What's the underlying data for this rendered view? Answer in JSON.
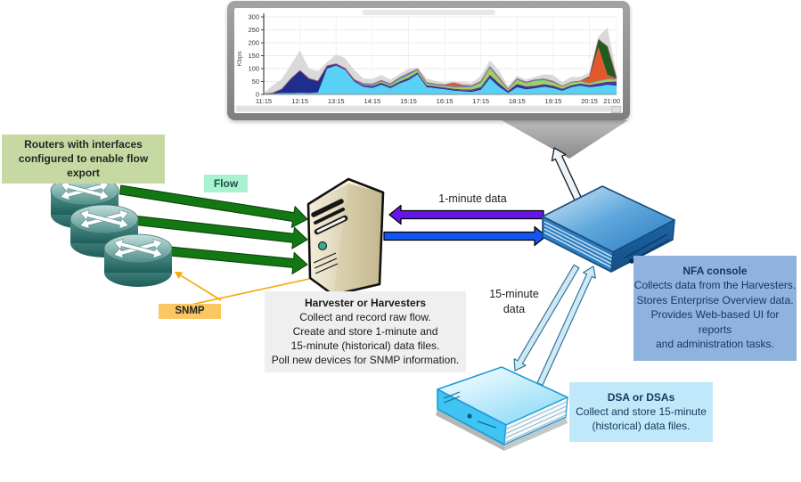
{
  "diagram": {
    "routers_label": "Routers with interfaces\nconfigured to enable flow export",
    "flow_label": "Flow",
    "snmp_label": "SNMP",
    "harvester": {
      "title": "Harvester or Harvesters",
      "body": "Collect and record raw flow.\nCreate and store 1-minute and\n15-minute (historical) data files.\nPoll new devices for SNMP information."
    },
    "nfa_console": {
      "title": "NFA console",
      "body": "Collects data from the Harvesters.\nStores Enterprise Overview data.\nProvides Web-based UI for reports\nand administration tasks."
    },
    "dsa": {
      "title": "DSA or DSAs",
      "body": "Collect and store 15-minute\n(historical) data files."
    },
    "arrow_labels": {
      "one_minute": "1-minute data",
      "fifteen_minute": "15-minute\ndata"
    },
    "colors": {
      "routers_label_bg": "#c6d9a2",
      "flow_label_bg": "#a9f2cf",
      "snmp_label_bg": "#fbc763",
      "harvester_box_bg": "#efefef",
      "nfa_box_bg": "#8fb2de",
      "dsa_box_bg": "#bfe9fa",
      "flow_arrow": "#137713",
      "snmp_line": "#f5a800",
      "one_minute_arrow_purple": "#6716ea",
      "one_minute_arrow_blue": "#1355f0",
      "fifteen_minute_arrow": "#cfe9f5",
      "monitor_frame": "#8e8e8e"
    }
  },
  "chart_data": {
    "type": "area",
    "title": "",
    "xlabel": "",
    "ylabel": "Kbps",
    "ylim": [
      0,
      300
    ],
    "y_ticks": [
      0,
      50,
      100,
      150,
      200,
      250,
      300
    ],
    "grid": true,
    "legend": false,
    "x": [
      "11:15",
      "11:30",
      "11:45",
      "12:00",
      "12:15",
      "12:30",
      "12:45",
      "13:00",
      "13:15",
      "13:30",
      "13:45",
      "14:00",
      "14:15",
      "14:30",
      "14:45",
      "15:00",
      "15:15",
      "15:30",
      "15:45",
      "16:00",
      "16:15",
      "16:30",
      "16:45",
      "17:00",
      "17:15",
      "17:30",
      "17:45",
      "18:00",
      "18:15",
      "18:30",
      "18:45",
      "19:00",
      "19:15",
      "19:30",
      "19:45",
      "20:00",
      "20:15",
      "20:30",
      "20:45",
      "21:00"
    ],
    "x_tick_indices": [
      0,
      4,
      8,
      12,
      16,
      20,
      24,
      28,
      32,
      36,
      39
    ],
    "envelope": {
      "id": "total-other",
      "color": "#d9d9d9",
      "values": [
        5,
        35,
        60,
        115,
        170,
        100,
        90,
        125,
        155,
        140,
        95,
        62,
        60,
        75,
        58,
        78,
        100,
        105,
        62,
        52,
        45,
        52,
        48,
        45,
        72,
        132,
        92,
        32,
        72,
        58,
        68,
        78,
        75,
        48,
        68,
        68,
        85,
        225,
        258,
        78
      ]
    },
    "series": [
      {
        "id": "cyan",
        "color": "#59d1f4",
        "values": [
          2,
          3,
          5,
          5,
          6,
          5,
          8,
          100,
          112,
          95,
          50,
          30,
          25,
          38,
          24,
          42,
          55,
          78,
          28,
          24,
          20,
          15,
          12,
          10,
          18,
          62,
          30,
          6,
          28,
          20,
          24,
          30,
          24,
          14,
          28,
          34,
          28,
          32,
          38,
          34
        ]
      },
      {
        "id": "navy",
        "color": "#1f2d8c",
        "values": [
          0,
          3,
          15,
          55,
          85,
          55,
          42,
          8,
          4,
          3,
          3,
          4,
          4,
          4,
          4,
          4,
          5,
          4,
          4,
          4,
          3,
          3,
          3,
          4,
          5,
          6,
          8,
          4,
          8,
          6,
          5,
          5,
          5,
          4,
          4,
          4,
          4,
          5,
          5,
          6
        ]
      },
      {
        "id": "purple",
        "color": "#5b2fa0",
        "values": [
          0,
          0,
          1,
          1,
          2,
          2,
          2,
          3,
          3,
          3,
          3,
          3,
          4,
          4,
          4,
          4,
          5,
          4,
          4,
          4,
          4,
          4,
          4,
          5,
          6,
          8,
          6,
          4,
          5,
          5,
          5,
          5,
          5,
          4,
          4,
          4,
          5,
          6,
          6,
          10
        ]
      },
      {
        "id": "green",
        "color": "#9ed357",
        "values": [
          0,
          0,
          0,
          0,
          0,
          0,
          0,
          0,
          0,
          0,
          0,
          2,
          3,
          4,
          5,
          8,
          10,
          8,
          6,
          5,
          5,
          6,
          8,
          10,
          16,
          26,
          16,
          5,
          15,
          12,
          18,
          15,
          12,
          8,
          10,
          8,
          5,
          8,
          10,
          8
        ]
      },
      {
        "id": "teal",
        "color": "#2f96c8",
        "values": [
          0,
          0,
          0,
          0,
          0,
          0,
          0,
          0,
          0,
          0,
          2,
          3,
          4,
          4,
          4,
          5,
          5,
          4,
          4,
          3,
          3,
          3,
          3,
          3,
          4,
          4,
          4,
          2,
          3,
          3,
          3,
          3,
          3,
          2,
          2,
          2,
          2,
          2,
          2,
          2
        ]
      },
      {
        "id": "orange",
        "color": "#e2582a",
        "values": [
          0,
          0,
          0,
          0,
          0,
          0,
          0,
          0,
          0,
          0,
          0,
          0,
          0,
          0,
          0,
          2,
          2,
          0,
          0,
          0,
          2,
          14,
          6,
          2,
          2,
          2,
          2,
          0,
          2,
          2,
          2,
          2,
          2,
          0,
          0,
          0,
          20,
          130,
          15,
          2
        ]
      },
      {
        "id": "darkgreen",
        "color": "#1f5c20",
        "values": [
          0,
          0,
          0,
          0,
          0,
          0,
          0,
          0,
          0,
          0,
          0,
          0,
          0,
          0,
          0,
          0,
          0,
          0,
          0,
          0,
          0,
          0,
          0,
          0,
          0,
          0,
          0,
          0,
          0,
          0,
          0,
          0,
          0,
          0,
          0,
          0,
          5,
          30,
          110,
          2
        ]
      }
    ],
    "top_line_color": "#b05570"
  }
}
